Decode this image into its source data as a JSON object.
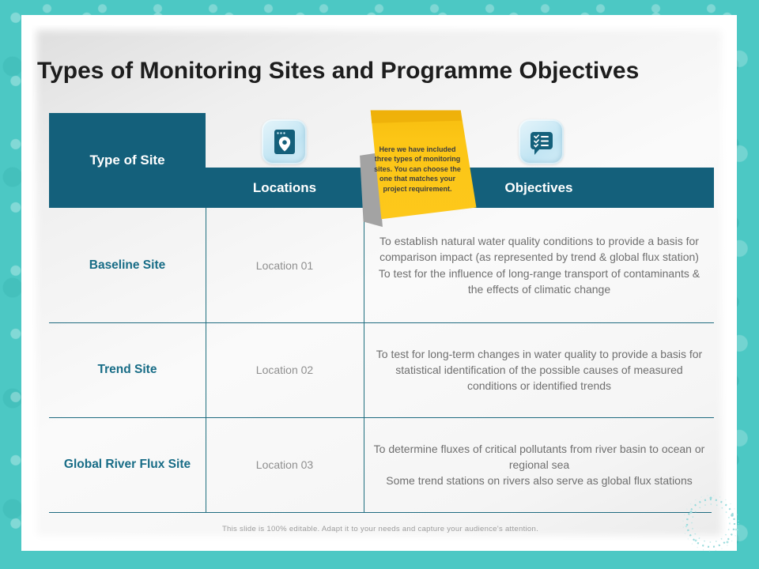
{
  "slide": {
    "title": "Types of Monitoring Sites and Programme Objectives",
    "footer": "This slide is 100% editable. Adapt it to your needs and capture your audience's attention."
  },
  "note": {
    "text": "Here we have included three types of monitoring sites. You can choose the one that matches your project requirement."
  },
  "table": {
    "corner_header": "Type of Site",
    "columns": [
      {
        "label": "Locations",
        "icon": "browser-location-pin-icon"
      },
      {
        "label": "Objectives",
        "icon": "checklist-speech-bubble-icon"
      }
    ],
    "rows": [
      {
        "site": "Baseline Site",
        "location": "Location 01",
        "objectives": "To establish natural water quality conditions to provide a basis for comparison impact (as represented by trend & global flux station)\nTo test for the influence of long-range transport of contaminants & the effects of climatic change"
      },
      {
        "site": "Trend Site",
        "location": "Location 02",
        "objectives": "To test for long-term changes in water quality to provide a basis for statistical identification of the possible causes of measured conditions or identified trends"
      },
      {
        "site": "Global River Flux Site",
        "location": "Location 03",
        "objectives": "To determine fluxes of critical pollutants from river basin to ocean or regional sea\nSome trend stations on rivers also serve as global flux stations"
      }
    ]
  },
  "colors": {
    "header_teal": "#14607B",
    "border_turquoise": "#4CC8C4",
    "line_teal": "#1F6B80",
    "note_yellow": "#FCC616",
    "site_text": "#176C86",
    "body_text": "#6F6F6F",
    "icon_bg": "#C2E5F3"
  }
}
